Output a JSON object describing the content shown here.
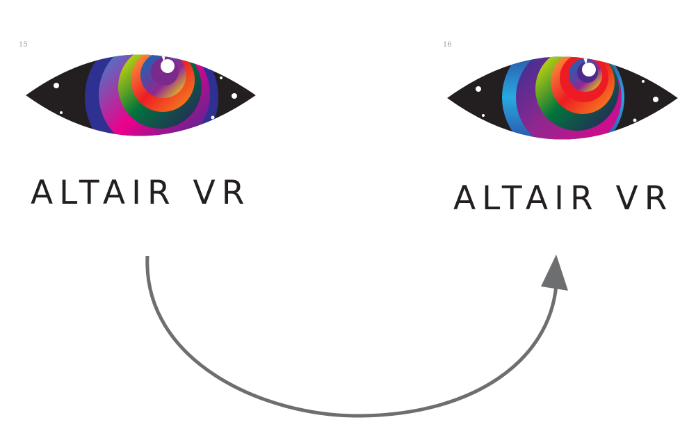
{
  "variants": [
    {
      "number": "15",
      "wordmark": "ALTAIR VR",
      "rings": [
        "#2e3192",
        "#1b9ad6",
        "#ec008c",
        "#f7941d",
        "#ed1c24",
        "#fff200",
        "#2e3192",
        "#92278f"
      ]
    },
    {
      "number": "16",
      "wordmark": "ALTAIR VR",
      "rings": [
        "#2e3192",
        "#27aae1",
        "#ec008c",
        "#00733c",
        "#f26522",
        "#ed1c24",
        "#fbb040",
        "#4b2a8f"
      ]
    }
  ],
  "colors": {
    "eye_black": "#231f20",
    "arrow": "#6d6e70"
  }
}
